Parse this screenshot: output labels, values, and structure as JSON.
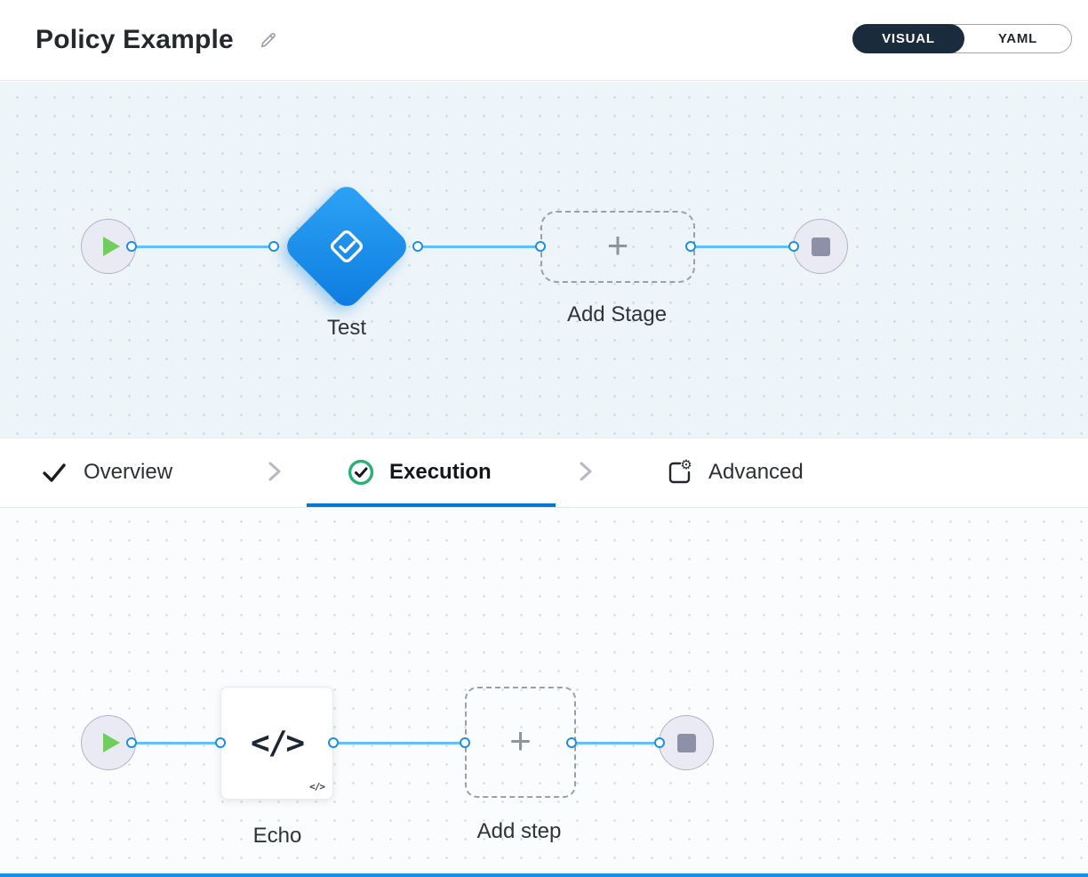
{
  "header": {
    "title": "Policy Example",
    "visual_label": "VISUAL",
    "yaml_label": "YAML",
    "active_mode": "VISUAL"
  },
  "stage_canvas": {
    "stage_label": "Test",
    "add_stage_label": "Add Stage"
  },
  "tabs": {
    "overview_label": "Overview",
    "execution_label": "Execution",
    "advanced_label": "Advanced",
    "active_tab": "Execution"
  },
  "step_canvas": {
    "step_label": "Echo",
    "step_icon_text": "</>",
    "step_badge": "</>",
    "add_step_label": "Add step"
  },
  "icons": {
    "plus": "+"
  },
  "colors": {
    "accent_blue": "#0278d5",
    "connector_blue": "#63c0f7",
    "diamond_blue": "#0c7be0",
    "play_green": "#6fce5e",
    "execution_check_green": "#27b173",
    "toggle_dark": "#1b2b3e",
    "stage_canvas_bg": "#eef5f9",
    "step_canvas_bg": "#fbfcfd"
  }
}
